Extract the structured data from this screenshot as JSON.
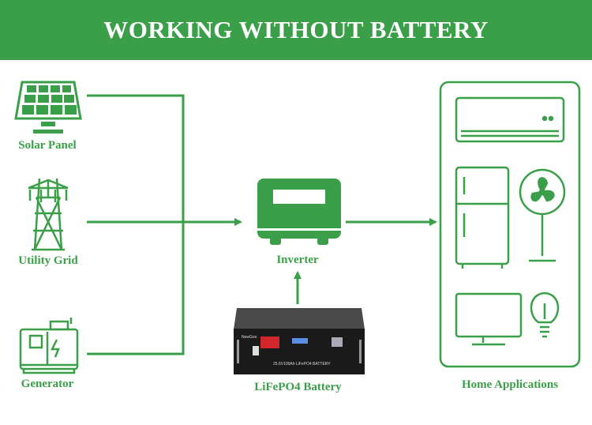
{
  "title": "WORKING WITHOUT BATTERY",
  "sources": [
    {
      "label": "Solar Panel",
      "icon": "solar-panel-icon"
    },
    {
      "label": "Utility Grid",
      "icon": "transmission-tower-icon"
    },
    {
      "label": "Generator",
      "icon": "generator-icon"
    }
  ],
  "inverter": {
    "label": "Inverter",
    "icon": "inverter-icon"
  },
  "battery": {
    "label": "LiFePO4 Battery",
    "brand": "NewGoo",
    "spec": "25.6V100Ah LiFePO4 BATTERY"
  },
  "home": {
    "label": "Home Applications",
    "appliances": [
      "air-conditioner-icon",
      "refrigerator-icon",
      "fan-icon",
      "tv-icon",
      "light-bulb-icon"
    ]
  },
  "colors": {
    "accent": "#3a9f48",
    "header_text": "#ffffff"
  }
}
